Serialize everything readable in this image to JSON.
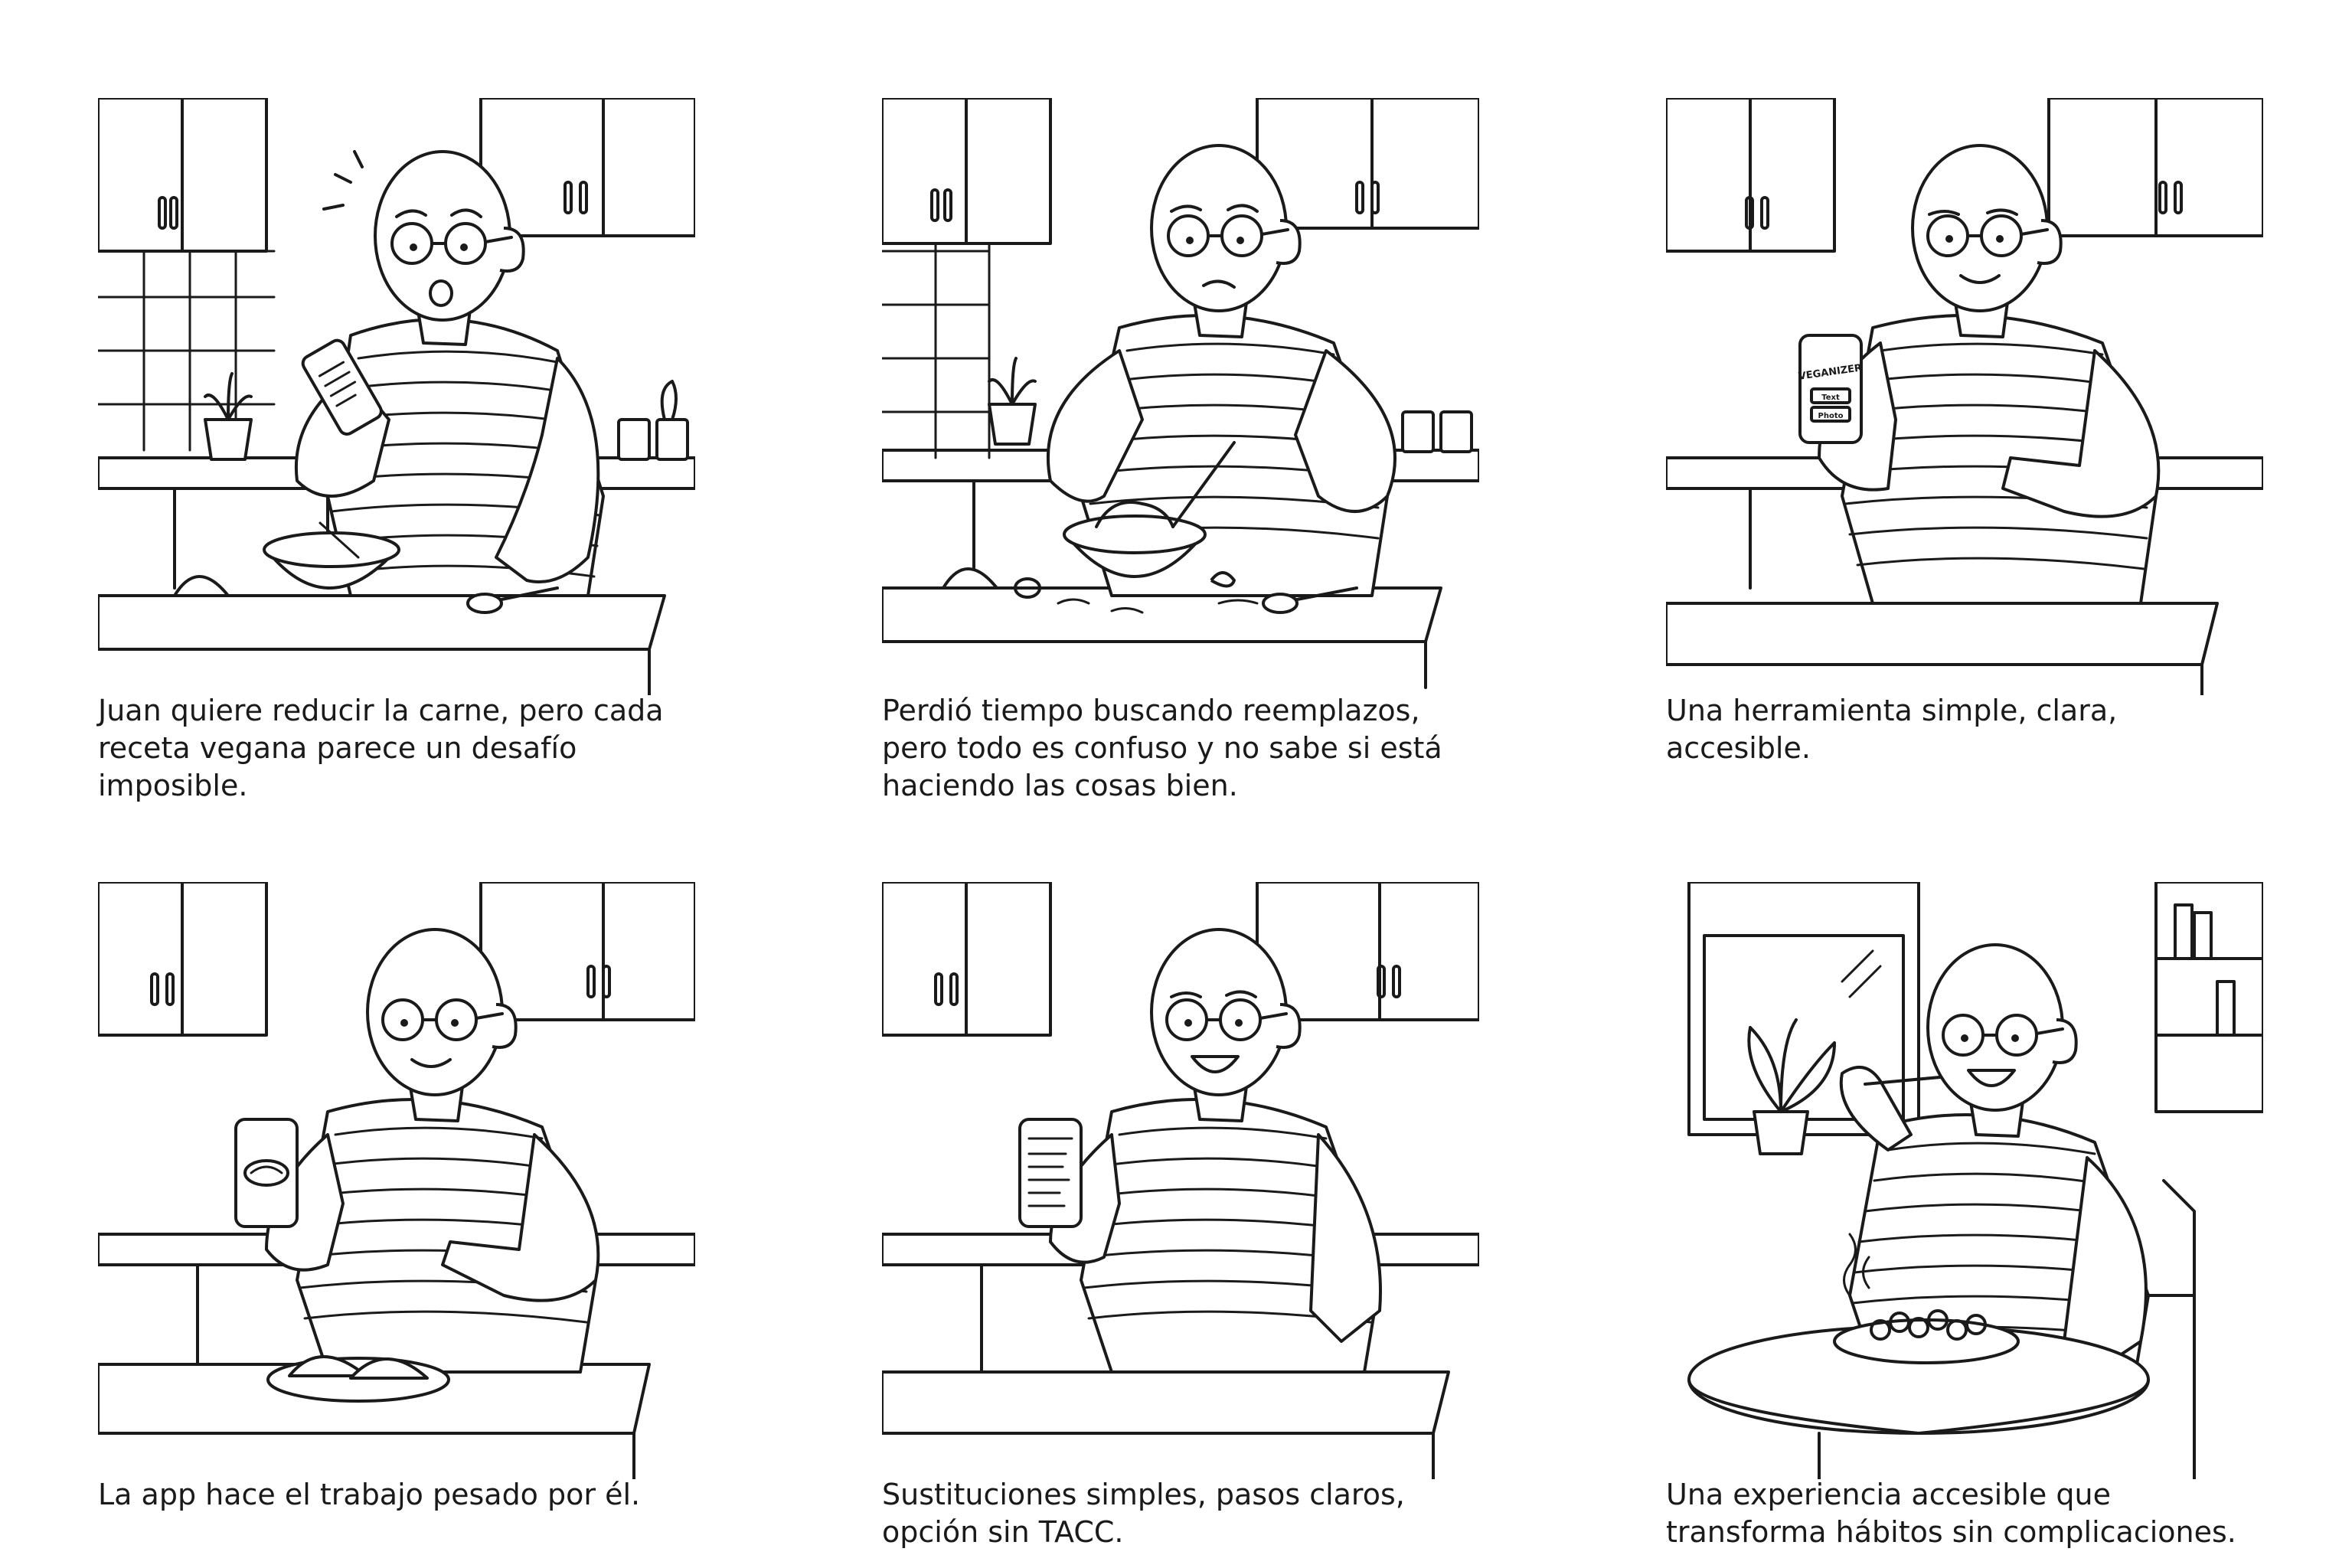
{
  "panels": [
    {
      "caption": "Juan quiere reducir la carne, pero cada\nreceta vegana parece un desafío\nimposible.",
      "scene": "kitchen",
      "expression": "worried",
      "phone": "recipe-list"
    },
    {
      "caption": "Perdió tiempo buscando reemplazos,\npero todo es confuso y no sabe si está\nhaciendo las cosas bien.",
      "scene": "kitchen",
      "expression": "sad",
      "phone": ""
    },
    {
      "caption": "Una herramienta simple, clara,\naccesible.",
      "scene": "kitchen",
      "expression": "smile",
      "phone": "veganizer"
    },
    {
      "caption": "La app hace el trabajo pesado por él.",
      "scene": "kitchen",
      "expression": "smile",
      "phone": "dish"
    },
    {
      "caption": " Sustituciones simples, pasos claros,\nopción sin TACC.",
      "scene": "kitchen",
      "expression": "happy",
      "phone": "steps"
    },
    {
      "caption": "Una experiencia accesible que\ntransforma hábitos sin complicaciones.",
      "scene": "dining",
      "expression": "happy",
      "phone": ""
    }
  ],
  "veganizer_phone": {
    "title": "VEGANIZER",
    "button_text": "Text",
    "button_photo": "Photo"
  }
}
